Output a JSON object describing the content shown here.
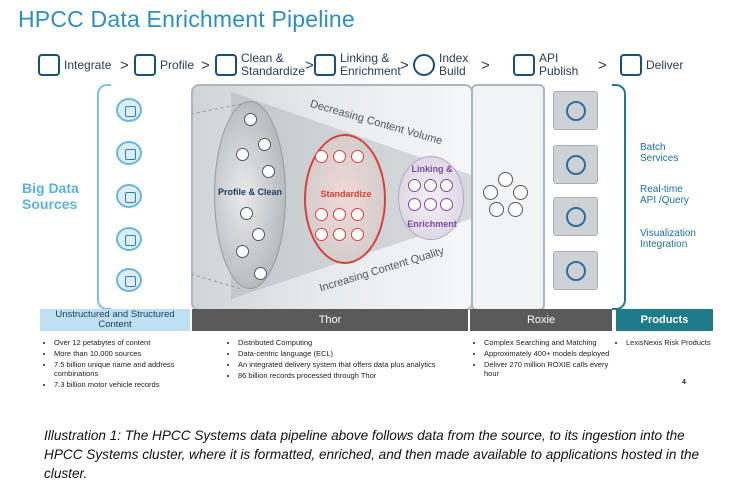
{
  "title": "HPCC Data Enrichment Pipeline",
  "stages": [
    {
      "name": "integrate-stage",
      "icon": "integrate-icon",
      "label": "Integrate"
    },
    {
      "name": "profile-stage",
      "icon": "layers-icon",
      "label": "Profile"
    },
    {
      "name": "clean-stage",
      "icon": "tools-icon",
      "label": "Clean &\nStandardize"
    },
    {
      "name": "linking-stage",
      "icon": "network-icon",
      "label": "Linking &\nEnrichment"
    },
    {
      "name": "index-stage",
      "icon": "magnifier-icon",
      "label": "Index\nBuild"
    },
    {
      "name": "api-stage",
      "icon": "api-icon",
      "label": "API\nPublish"
    },
    {
      "name": "deliver-stage",
      "icon": "laptop-icon",
      "label": "Deliver"
    }
  ],
  "sources_label": "Big Data\nSources",
  "funnel": {
    "top_label": "Decreasing Content Volume",
    "bottom_label": "Increasing Content Quality",
    "profile_clean": "Profile & Clean",
    "standardize": "Standardize",
    "linking": "Linking &\nEnrichment"
  },
  "outputs": [
    "Batch\nServices",
    "Real-time\nAPI /Query",
    "Visualization\nIntegration"
  ],
  "columns": [
    {
      "name": "content",
      "header": "Unstructured and Structured\nContent",
      "bullets": [
        "Over 12 petabytes of content",
        "More than 10,000 sources",
        "7.5 billion unique name and address combinations",
        "7.3 billion motor vehicle records"
      ]
    },
    {
      "name": "thor",
      "header": "Thor",
      "bullets": [
        "Distributed Computing",
        "Data-centric language (ECL)",
        "An integrated delivery system that offers data plus analytics",
        "86 billion records  processed through Thor"
      ]
    },
    {
      "name": "roxie",
      "header": "Roxie",
      "bullets": [
        "Complex Searching and Matching",
        "Approximately 400+ models deployed",
        "Deliver 270 million ROXIE calls every hour"
      ]
    },
    {
      "name": "products",
      "header": "Products",
      "bullets": [
        "LexisNexis Risk Products"
      ]
    }
  ],
  "page_number": "4",
  "caption": "Illustration 1: The HPCC Systems data pipeline above follows data from the source, to its ingestion into the HPCC Systems cluster, where it is formatted, enriched, and then made available to applications hosted in the cluster.",
  "colors": {
    "title": "#2c8fbf",
    "thor_header": "#5a5a5a",
    "products_header": "#1e7b8a",
    "content_header": "#bfe0f1",
    "red": "#d9403a",
    "purple": "#7b4aa0"
  }
}
